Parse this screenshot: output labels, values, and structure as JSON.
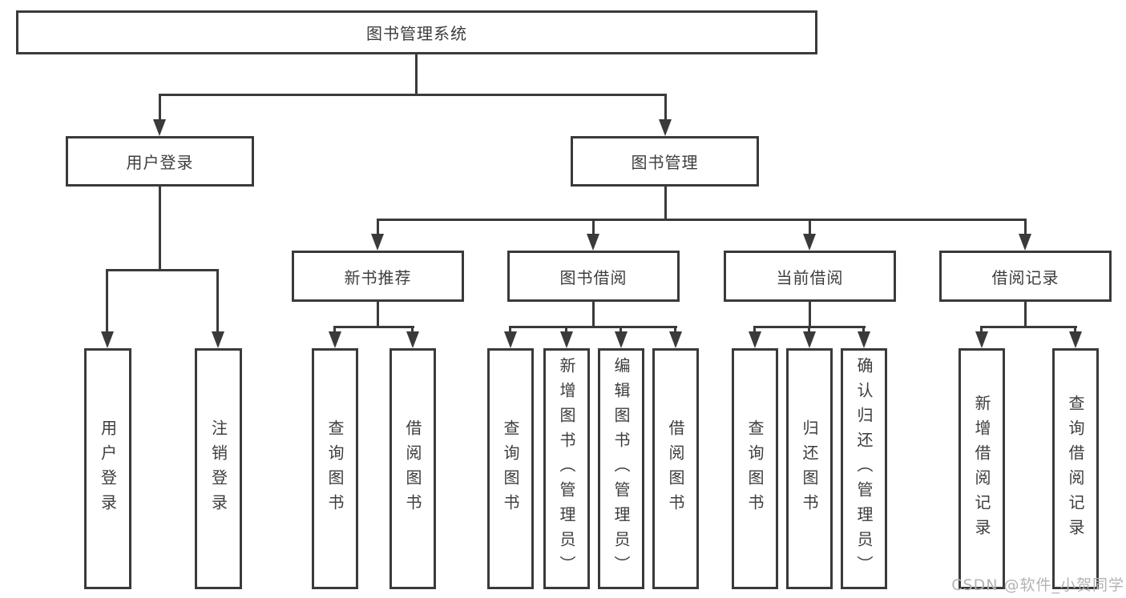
{
  "diagram": {
    "title": "图书管理系统",
    "level2": {
      "user_login": "用户登录",
      "book_mgmt": "图书管理"
    },
    "level3": {
      "new_book_rec": "新书推荐",
      "book_borrow": "图书借阅",
      "current_borrow": "当前借阅",
      "borrow_records": "借阅记录"
    },
    "leaves": {
      "user_login": "用户登录",
      "logout": "注销登录",
      "rec_query_books": "查询图书",
      "rec_borrow_books": "借阅图书",
      "bb_query_books": "查询图书",
      "bb_add_books": "新增图书（管理员）",
      "bb_edit_books": "编辑图书（管理员）",
      "bb_borrow_books": "借阅图书",
      "cur_query_books": "查询图书",
      "cur_return_books": "归还图书",
      "cur_confirm_return": "确认归还（管理员）",
      "rec_add_record": "新增借阅记录",
      "rec_query_record": "查询借阅记录"
    }
  },
  "watermark": "CSDN @软件_小贺同学",
  "colors": {
    "line": "#3a3a3a",
    "text": "#3d3d3d",
    "watermark": "#b3b3b3",
    "background": "#ffffff"
  }
}
